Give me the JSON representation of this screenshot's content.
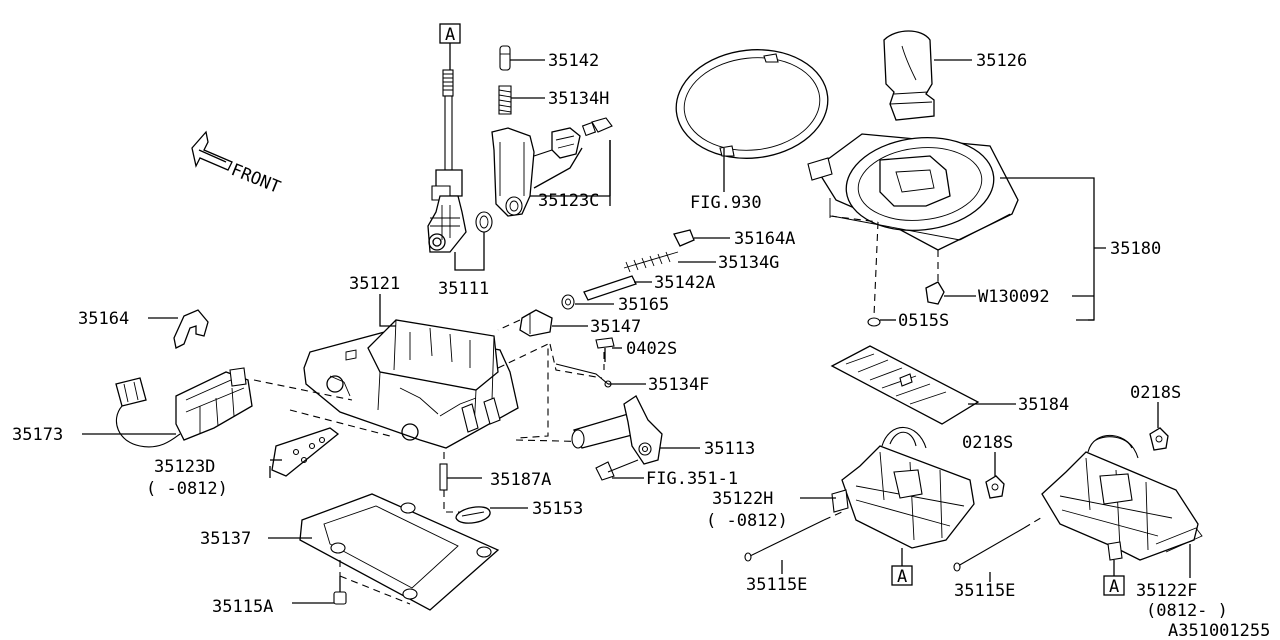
{
  "front_label": "FRONT",
  "diagram_code": "A351001255",
  "callouts": {
    "c35142": "35142",
    "c35134H": "35134H",
    "c35123C": "35123C",
    "c35111": "35111",
    "c35121": "35121",
    "c35164": "35164",
    "c35173": "35173",
    "c35123D": "35123D",
    "c35123D_note": "( -0812)",
    "c35137": "35137",
    "c35115A": "35115A",
    "c35187A": "35187A",
    "c35153": "35153",
    "cFIG930": "FIG.930",
    "c35164A": "35164A",
    "c35134G": "35134G",
    "c35142A": "35142A",
    "c35165": "35165",
    "c35147": "35147",
    "c0402S": "0402S",
    "c35134F": "35134F",
    "c35113": "35113",
    "cFIG351": "FIG.351-1",
    "c35126": "35126",
    "c35180": "35180",
    "cW130092": "W130092",
    "c0515S": "0515S",
    "c35184": "35184",
    "c0218S_a": "0218S",
    "c0218S_b": "0218S",
    "c35122H": "35122H",
    "c35122H_note": "( -0812)",
    "c35115E_a": "35115E",
    "c35115E_b": "35115E",
    "c35122F": "35122F",
    "c35122F_note": "(0812- )"
  },
  "ref_marks": {
    "top": "A",
    "mid": "A",
    "right": "A"
  }
}
